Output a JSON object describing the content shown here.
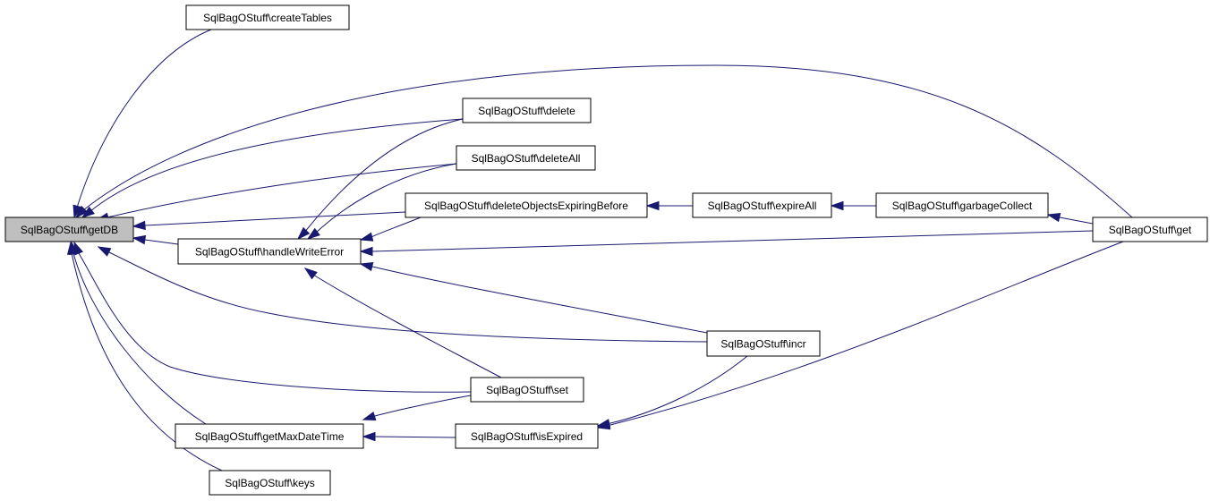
{
  "diagram": {
    "nodes": {
      "getDB": "SqlBagOStuff\\getDB",
      "createTables": "SqlBagOStuff\\createTables",
      "delete": "SqlBagOStuff\\delete",
      "deleteAll": "SqlBagOStuff\\deleteAll",
      "deleteObjectsExpiringBefore": "SqlBagOStuff\\deleteObjectsExpiringBefore",
      "handleWriteError": "SqlBagOStuff\\handleWriteError",
      "expireAll": "SqlBagOStuff\\expireAll",
      "garbageCollect": "SqlBagOStuff\\garbageCollect",
      "get": "SqlBagOStuff\\get",
      "incr": "SqlBagOStuff\\incr",
      "set": "SqlBagOStuff\\set",
      "getMaxDateTime": "SqlBagOStuff\\getMaxDateTime",
      "isExpired": "SqlBagOStuff\\isExpired",
      "keys": "SqlBagOStuff\\keys"
    },
    "edges": [
      {
        "from": "createTables",
        "to": "getDB"
      },
      {
        "from": "get",
        "to": "getDB"
      },
      {
        "from": "delete",
        "to": "getDB"
      },
      {
        "from": "deleteAll",
        "to": "getDB"
      },
      {
        "from": "deleteObjectsExpiringBefore",
        "to": "getDB"
      },
      {
        "from": "handleWriteError",
        "to": "getDB"
      },
      {
        "from": "incr",
        "to": "getDB"
      },
      {
        "from": "set",
        "to": "getDB"
      },
      {
        "from": "getMaxDateTime",
        "to": "getDB"
      },
      {
        "from": "keys",
        "to": "getDB"
      },
      {
        "from": "delete",
        "to": "handleWriteError"
      },
      {
        "from": "deleteAll",
        "to": "handleWriteError"
      },
      {
        "from": "deleteObjectsExpiringBefore",
        "to": "handleWriteError"
      },
      {
        "from": "get",
        "to": "handleWriteError"
      },
      {
        "from": "incr",
        "to": "handleWriteError"
      },
      {
        "from": "set",
        "to": "handleWriteError"
      },
      {
        "from": "expireAll",
        "to": "deleteObjectsExpiringBefore"
      },
      {
        "from": "garbageCollect",
        "to": "expireAll"
      },
      {
        "from": "get",
        "to": "garbageCollect"
      },
      {
        "from": "set",
        "to": "getMaxDateTime"
      },
      {
        "from": "isExpired",
        "to": "getMaxDateTime"
      },
      {
        "from": "incr",
        "to": "isExpired"
      },
      {
        "from": "get",
        "to": "isExpired"
      }
    ]
  }
}
